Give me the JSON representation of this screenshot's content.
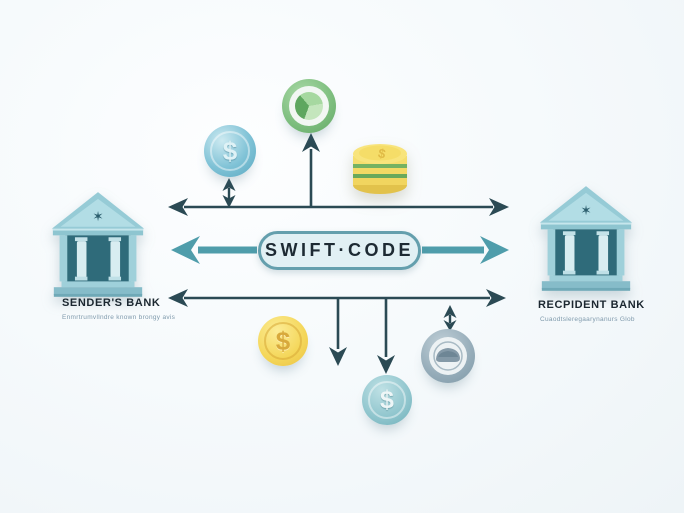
{
  "pill": {
    "label": "SWIFT·CODE"
  },
  "banks": {
    "sender": {
      "label": "SENDER'S BANK",
      "subtitle": "Enmrtrumvllndre known brongy avis"
    },
    "recipient": {
      "label": "RECPIDENT BANK",
      "subtitle": "Cuaodtsleregaarynanurs Glob"
    }
  },
  "icons": {
    "star_glyph": "✶",
    "dollar_glyph": "$"
  },
  "colors": {
    "background": "#f4f8fa",
    "thin_arrow": "#2b4a54",
    "thick_arrow": "#4f9dab",
    "pill_fill": "#e1f0f4",
    "pill_border": "#649fad",
    "pill_text": "#1d2a33",
    "bank_blue": "#9fd0da",
    "bank_dark": "#2f6b7a",
    "coin_blue": "#7fc2d6",
    "token_green": "#7cbd7d",
    "coin_gold": "#f4d658",
    "coin_teal": "#8fc5cd",
    "coin_grey": "#95acb9",
    "stack_yellow": "#f3d964",
    "stack_green": "#69a95b"
  }
}
